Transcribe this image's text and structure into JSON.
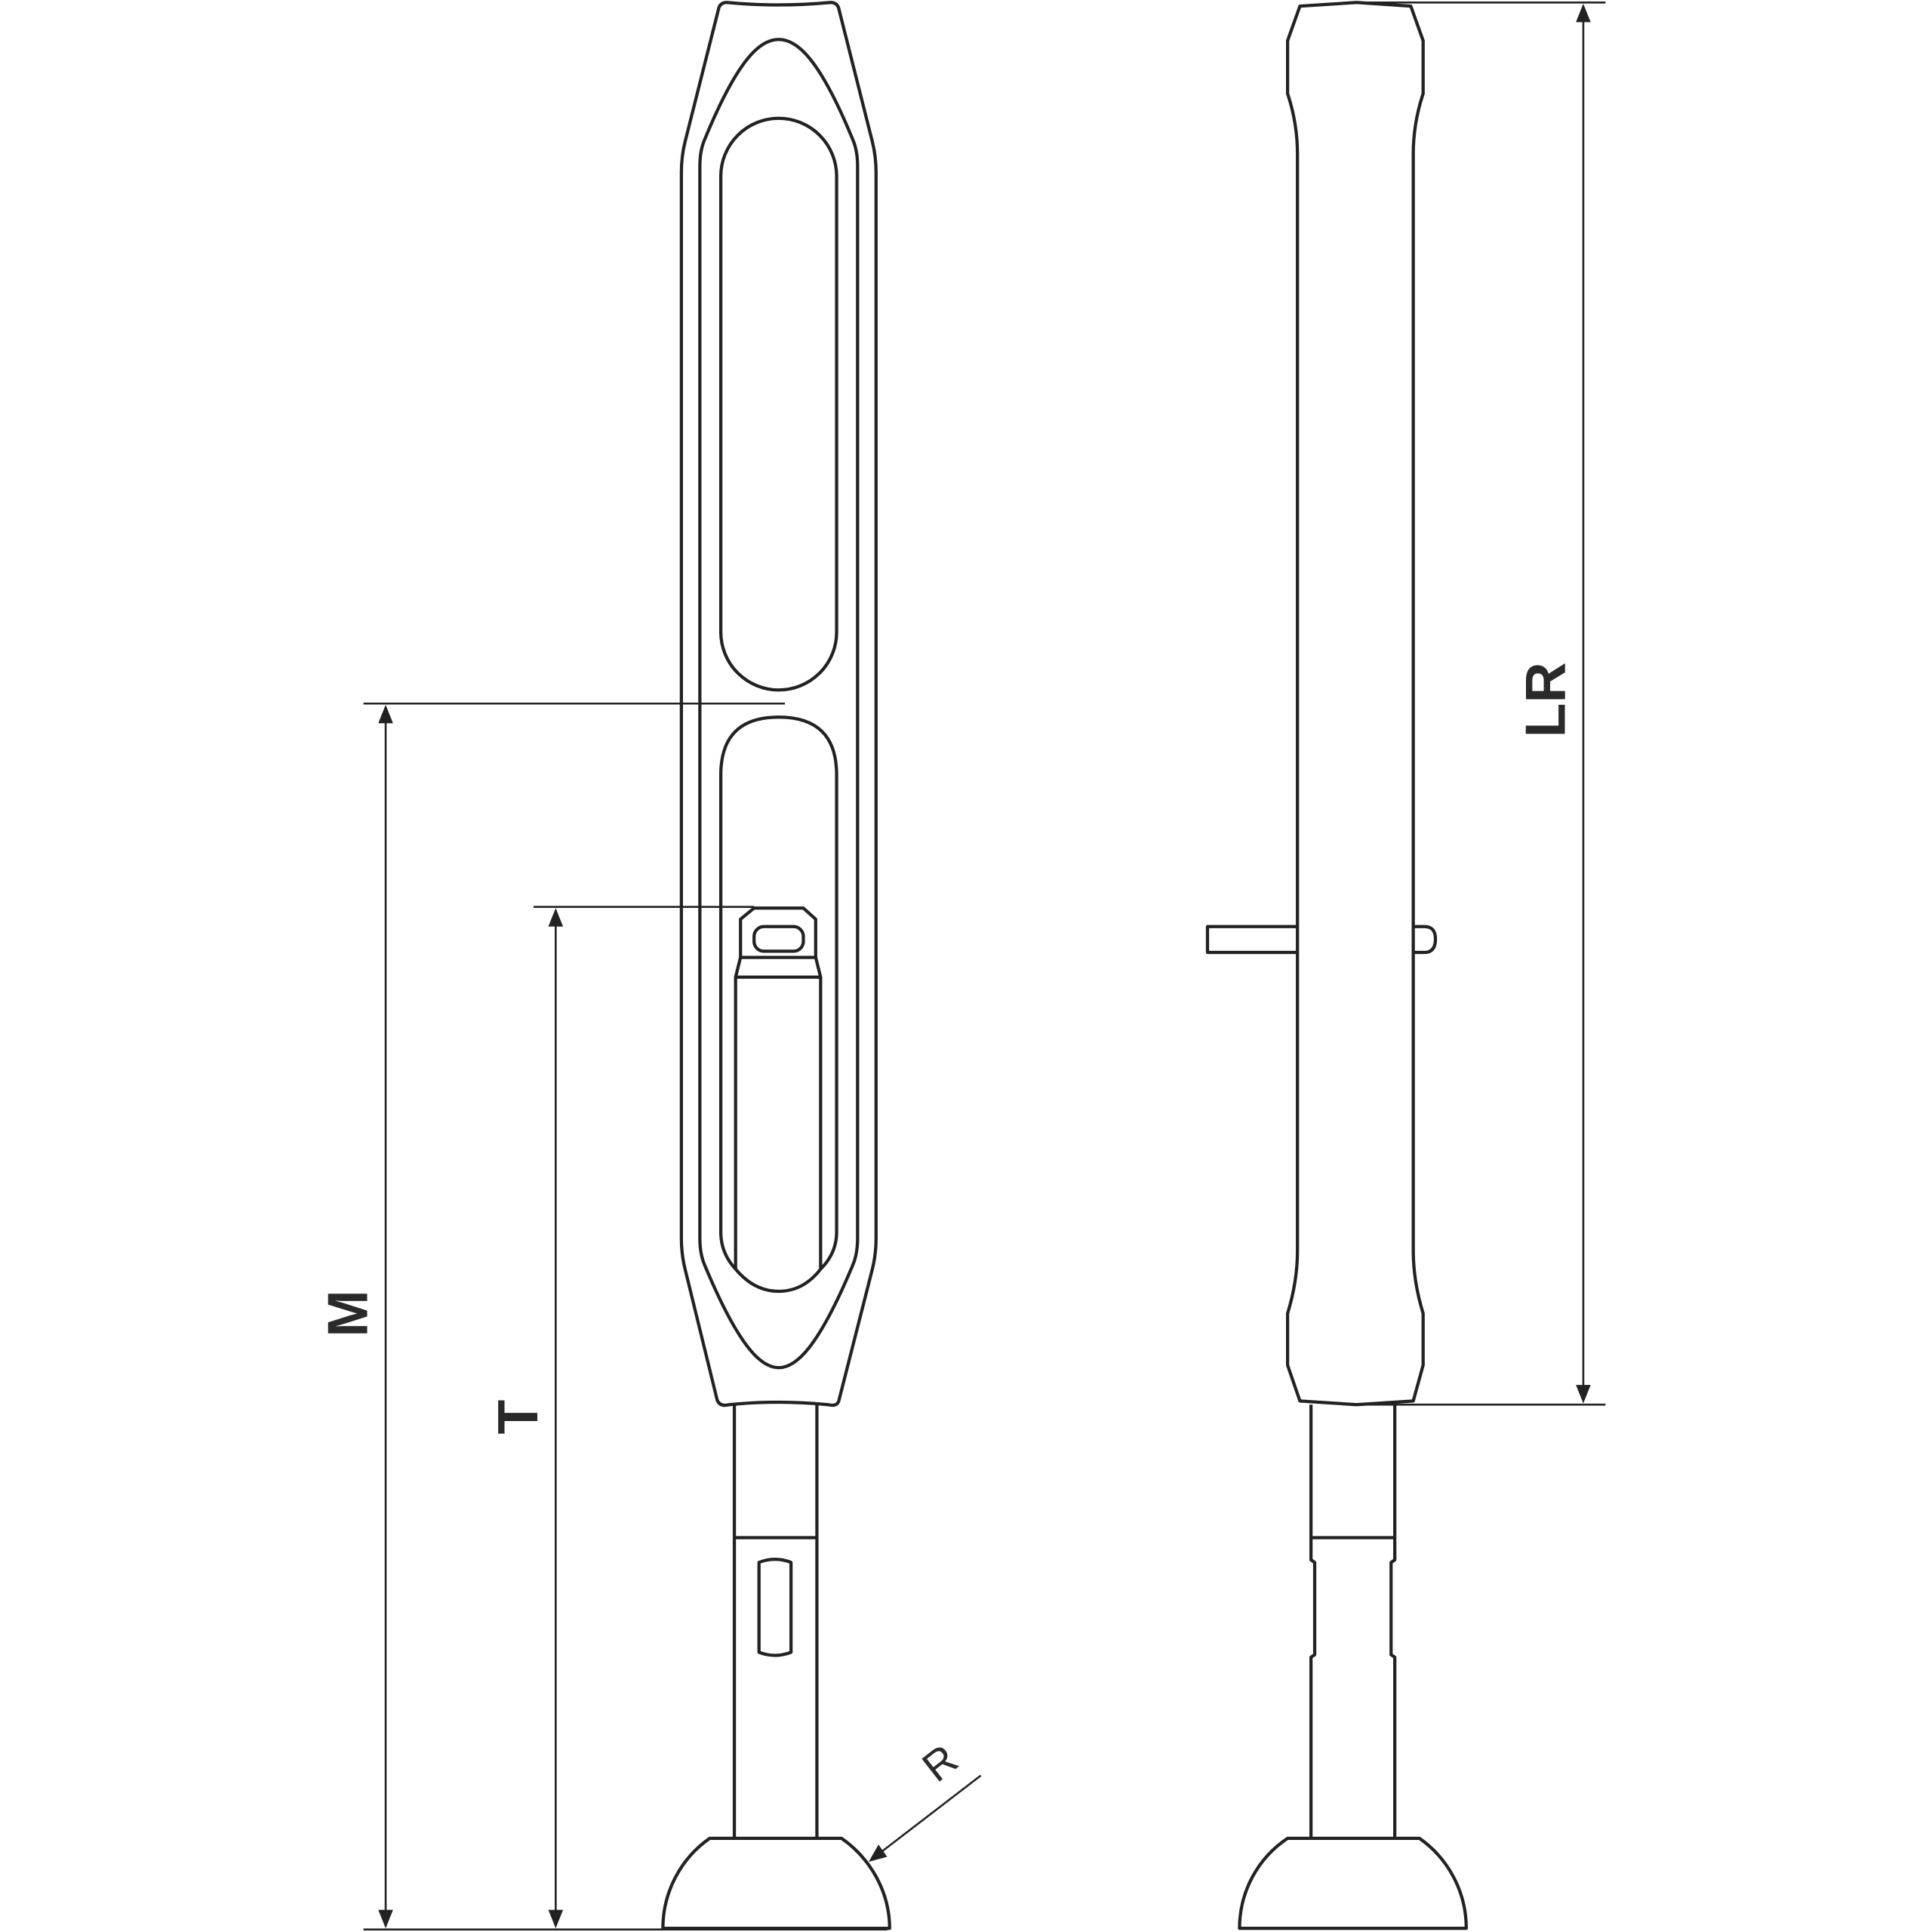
{
  "labels": {
    "m": "M",
    "t": "T",
    "r": "R",
    "lr": "LR"
  }
}
